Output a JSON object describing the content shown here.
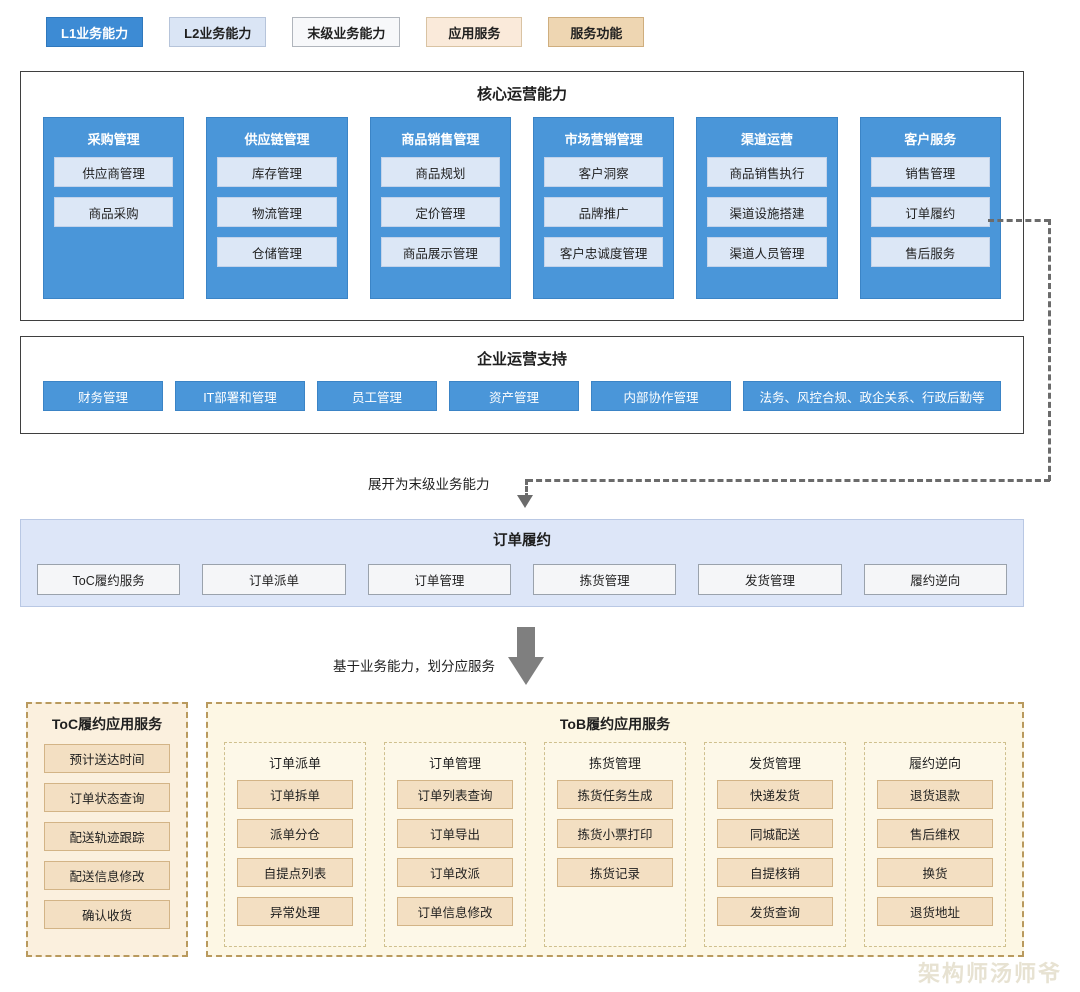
{
  "legend": {
    "items": [
      {
        "label": "L1业务能力",
        "style": "l1",
        "color": "#3d8bd4"
      },
      {
        "label": "L2业务能力",
        "style": "l2",
        "color": "#dae5f5"
      },
      {
        "label": "末级业务能力",
        "style": "leaf",
        "color": "#f7f8fa"
      },
      {
        "label": "应用服务",
        "style": "app",
        "color": "#faeada"
      },
      {
        "label": "服务功能",
        "style": "func",
        "color": "#eed6b2"
      }
    ]
  },
  "core": {
    "title": "核心运营能力",
    "columns": [
      {
        "title": "采购管理",
        "items": [
          "供应商管理",
          "商品采购"
        ]
      },
      {
        "title": "供应链管理",
        "items": [
          "库存管理",
          "物流管理",
          "仓储管理"
        ]
      },
      {
        "title": "商品销售管理",
        "items": [
          "商品规划",
          "定价管理",
          "商品展示管理"
        ]
      },
      {
        "title": "市场营销管理",
        "items": [
          "客户洞察",
          "品牌推广",
          "客户忠诚度管理"
        ]
      },
      {
        "title": "渠道运营",
        "items": [
          "商品销售执行",
          "渠道设施搭建",
          "渠道人员管理"
        ]
      },
      {
        "title": "客户服务",
        "items": [
          "销售管理",
          "订单履约",
          "售后服务"
        ]
      }
    ]
  },
  "enterprise": {
    "title": "企业运营支持",
    "items": [
      "财务管理",
      "IT部署和管理",
      "员工管理",
      "资产管理",
      "内部协作管理",
      "法务、风控合规、政企关系、行政后勤等"
    ]
  },
  "connectors": {
    "expand_label": "展开为末级业务能力",
    "split_label": "基于业务能力，划分应服务"
  },
  "fulfilment": {
    "title": "订单履约",
    "items": [
      "ToC履约服务",
      "订单派单",
      "订单管理",
      "拣货管理",
      "发货管理",
      "履约逆向"
    ]
  },
  "toc_service": {
    "title": "ToC履约应用服务",
    "items": [
      "预计送达时间",
      "订单状态查询",
      "配送轨迹跟踪",
      "配送信息修改",
      "确认收货"
    ]
  },
  "tob_service": {
    "title": "ToB履约应用服务",
    "columns": [
      {
        "title": "订单派单",
        "items": [
          "订单拆单",
          "派单分仓",
          "自提点列表",
          "异常处理"
        ]
      },
      {
        "title": "订单管理",
        "items": [
          "订单列表查询",
          "订单导出",
          "订单改派",
          "订单信息修改"
        ]
      },
      {
        "title": "拣货管理",
        "items": [
          "拣货任务生成",
          "拣货小票打印",
          "拣货记录"
        ]
      },
      {
        "title": "发货管理",
        "items": [
          "快递发货",
          "同城配送",
          "自提核销",
          "发货查询"
        ]
      },
      {
        "title": "履约逆向",
        "items": [
          "退货退款",
          "售后维权",
          "换货",
          "退货地址"
        ]
      }
    ]
  },
  "watermark": "架构师汤师爷"
}
